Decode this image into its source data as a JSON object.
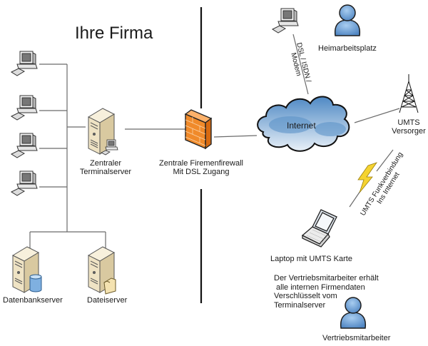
{
  "title": "Ihre Firma",
  "colors": {
    "firewall": "#f08a2a",
    "cloud": "#5b93c8",
    "person": "#6a9fd4",
    "server": "#efe3c4",
    "lightning": "#f5d330",
    "wire": "#6b6b6b",
    "divider": "#111111"
  },
  "nodes": {
    "workstations": [
      {
        "icon": "desktop-computer-icon"
      },
      {
        "icon": "desktop-computer-icon"
      },
      {
        "icon": "desktop-computer-icon"
      },
      {
        "icon": "desktop-computer-icon"
      }
    ],
    "terminal_server": {
      "icon": "server-icon",
      "label_line1": "Zentraler",
      "label_line2": "Terminalserver"
    },
    "firewall": {
      "icon": "firewall-icon",
      "label_line1": "Zentrale Firemenfirewall",
      "label_line2": "Mit DSL Zugang"
    },
    "internet": {
      "icon": "cloud-icon",
      "label": "Internet"
    },
    "home_pc": {
      "icon": "desktop-computer-icon"
    },
    "home_user": {
      "icon": "user-icon",
      "label": "Heimarbeitsplatz"
    },
    "home_link": {
      "label_line1": "DSL / ISDN /",
      "label_line2": "Modem"
    },
    "umts_tower": {
      "icon": "radio-tower-icon",
      "label_line1": "UMTS",
      "label_line2": "Versorger"
    },
    "umts_link": {
      "icon": "lightning-icon",
      "label_line1": "UMTS Funkverbindung",
      "label_line2": "Ins Internet"
    },
    "laptop": {
      "icon": "laptop-icon",
      "label": "Laptop mit UMTS Karte"
    },
    "db_server": {
      "icon": "database-server-icon",
      "label": "Datenbankserver"
    },
    "file_server": {
      "icon": "file-server-icon",
      "label": "Dateiserver"
    },
    "sales_note": {
      "line1": "Der Vertriebsmitarbeiter erhält",
      "line2": " alle internen Firmendaten",
      "line3": "Verschlüsselt vom",
      "line4": "Terminalserver"
    },
    "sales_user": {
      "icon": "user-icon",
      "label": "Vertriebsmitarbeiter"
    }
  }
}
